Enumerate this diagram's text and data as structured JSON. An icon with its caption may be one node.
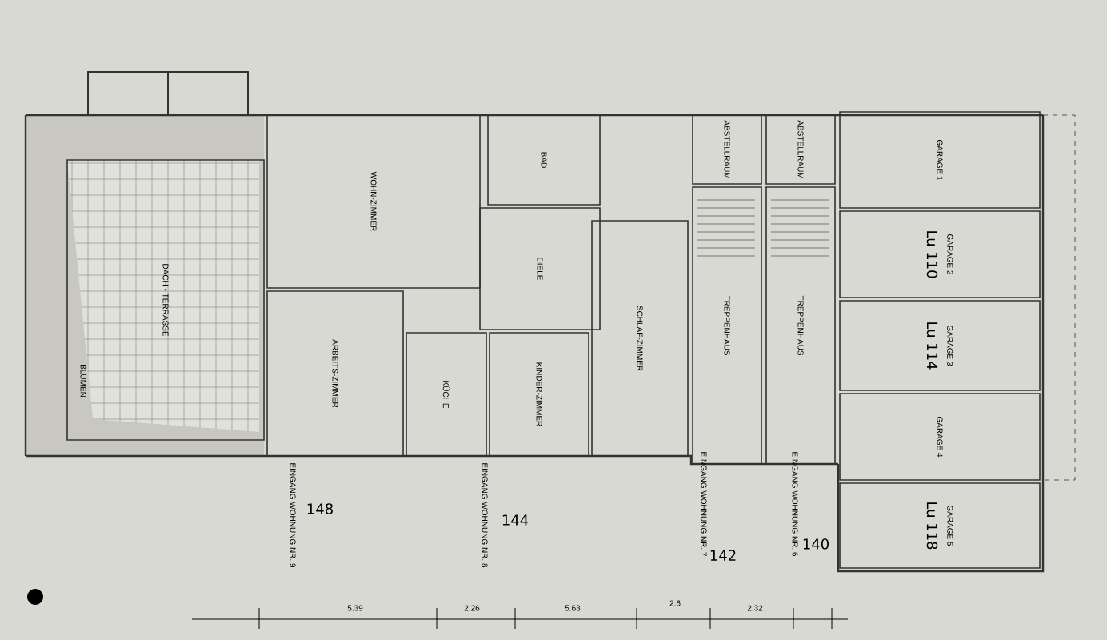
{
  "diagram": {
    "nodes": [
      {
        "text": [
          "DACH - TERRASSE"
        ]
      },
      {
        "text": [
          "WOHN-ZIMMER"
        ]
      },
      {
        "text": [
          "BAD"
        ]
      },
      {
        "text": [
          "DIELE"
        ]
      },
      {
        "text": [
          "ARBEITS-ZIMMER"
        ]
      },
      {
        "text": [
          "KÜCHE"
        ]
      },
      {
        "text": [
          "KINDER-ZIMMER"
        ]
      },
      {
        "text": [
          "SCHLAF-ZIMMER"
        ]
      },
      {
        "text": [
          "ABSTELLRAUM"
        ]
      },
      {
        "text": [
          "TREPPENHAUS"
        ]
      },
      {
        "text": [
          "ABSTELLRAUM"
        ]
      },
      {
        "text": [
          "TREPPENHAUS"
        ]
      },
      {
        "text": [
          "GARAGE 1"
        ]
      },
      {
        "text": [
          "GARAGE 2",
          "Lu 110"
        ]
      },
      {
        "text": [
          "GARAGE 3",
          "Lu 114"
        ]
      },
      {
        "text": [
          "GARAGE 4"
        ]
      },
      {
        "text": [
          "GARAGE 5",
          "Lu 118"
        ]
      }
    ],
    "labels": [
      "BLUMEN",
      "EINGANG WOHNUNG NR. 9",
      "148",
      "EINGANG WOHNUNG NR. 8",
      "144",
      "EINGANG WOHNUNG NR. 7",
      "142",
      "EINGANG WOHNUNG NR. 6",
      "140",
      "5.39",
      "2.26",
      "5.63",
      "2.6",
      "2.32"
    ]
  }
}
